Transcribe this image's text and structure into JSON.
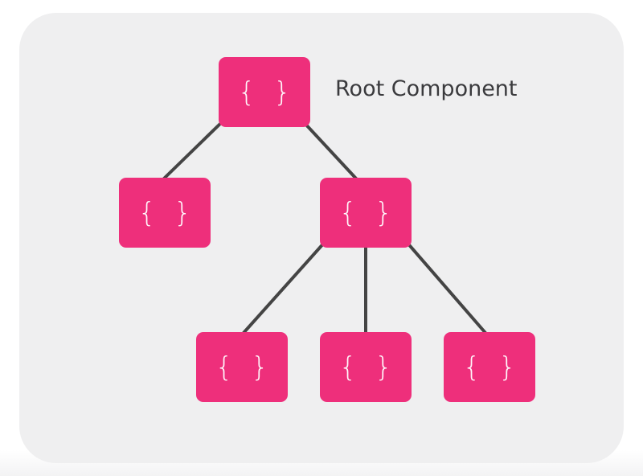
{
  "diagram": {
    "root_label": "Root Component",
    "node_glyph": "{ }",
    "colors": {
      "node_fill": "#ee2f7b",
      "node_text": "#ffffff",
      "edge": "#444444",
      "panel": "#efeff0",
      "label_text": "#3a3a3d"
    },
    "nodes": [
      {
        "id": "root",
        "parent": null
      },
      {
        "id": "child-left",
        "parent": "root"
      },
      {
        "id": "child-right",
        "parent": "root"
      },
      {
        "id": "grandchild-1",
        "parent": "child-right"
      },
      {
        "id": "grandchild-2",
        "parent": "child-right"
      },
      {
        "id": "grandchild-3",
        "parent": "child-right"
      }
    ]
  }
}
